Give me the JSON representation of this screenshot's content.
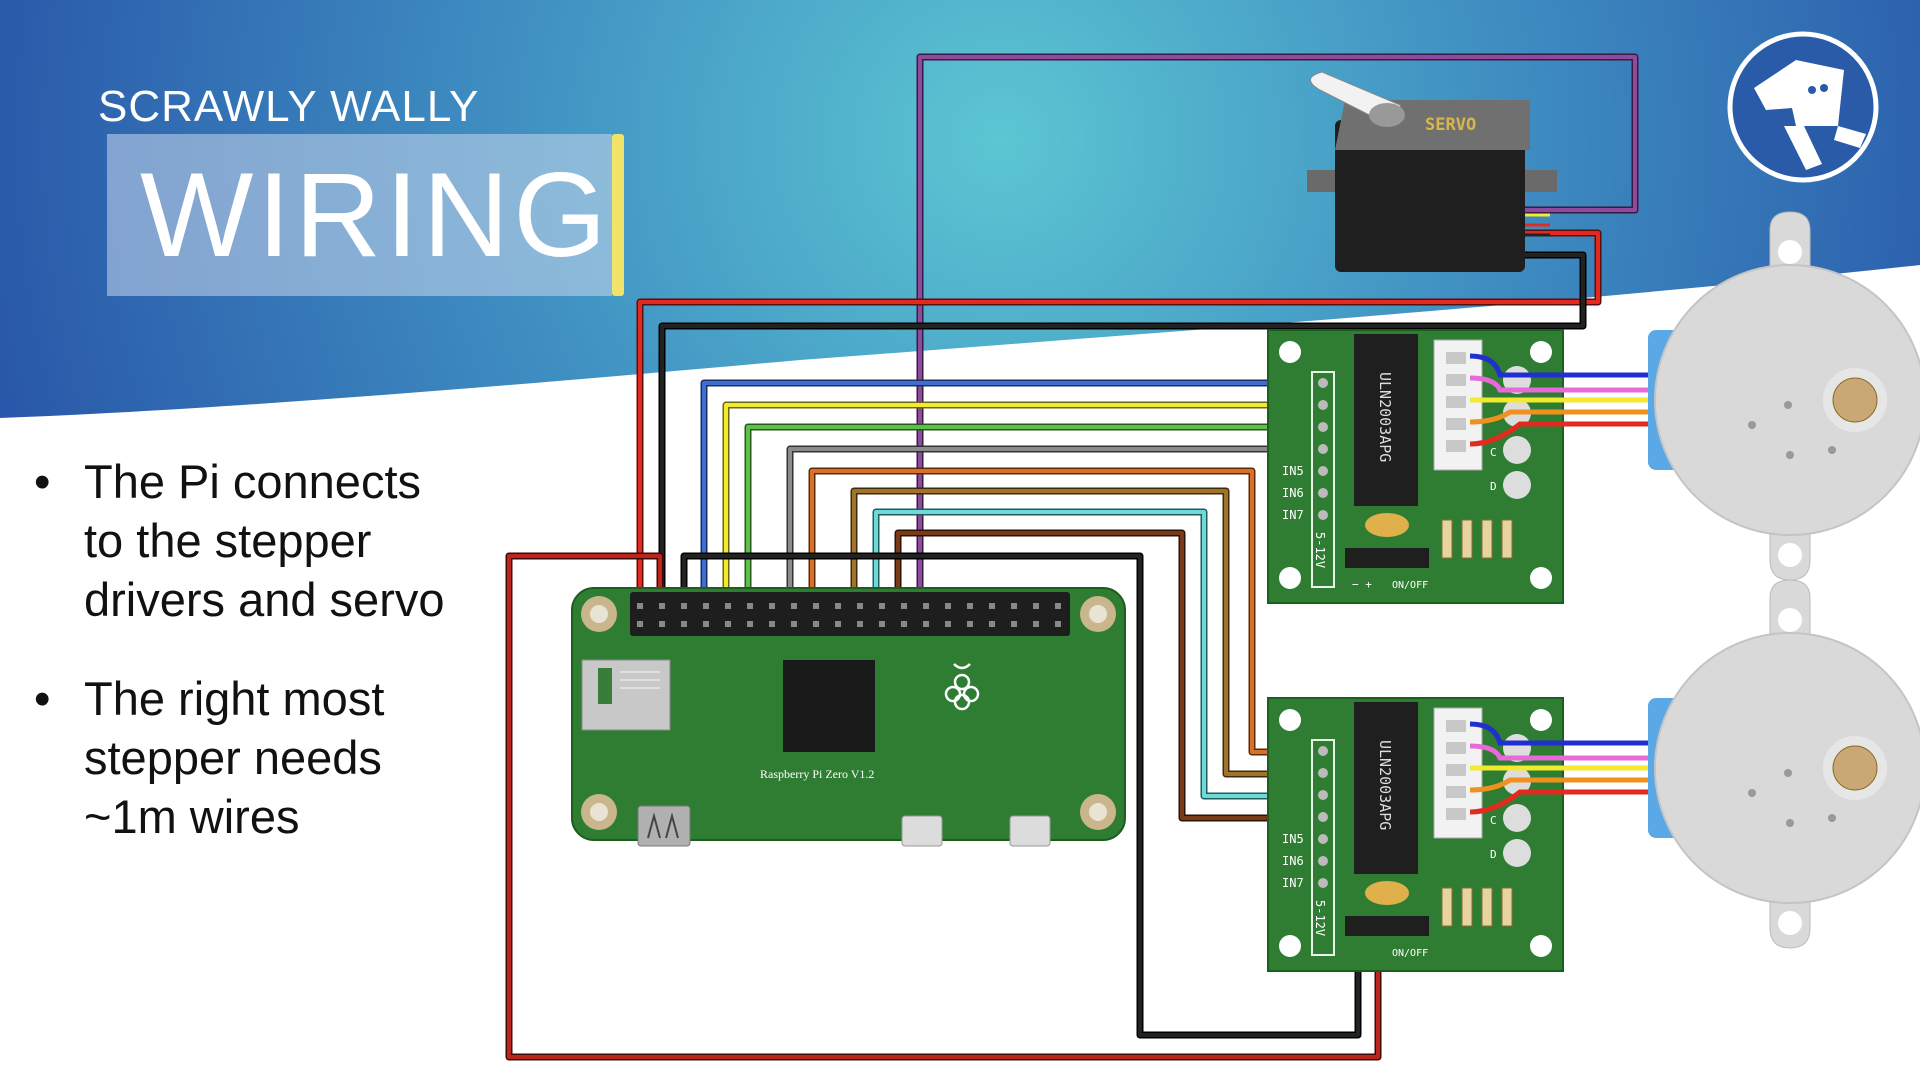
{
  "slide": {
    "subtitle": "SCRAWLY WALLY",
    "title": "WIRING",
    "bullets": [
      "The Pi connects to the stepper drivers and servo",
      "The right most stepper needs ~1m wires"
    ],
    "bullet_marker": "•"
  },
  "diagram": {
    "pi_label": "Raspberry Pi Zero V1.2",
    "servo_label": "SERVO",
    "driver_chip": "ULN2003APG",
    "driver_pins": [
      "IN5",
      "IN6",
      "IN7"
    ],
    "driver_voltage": "5-12V",
    "driver_switch": "ON/OFF",
    "driver_polarity": "−  +",
    "led_letters": [
      "C",
      "D"
    ]
  },
  "colors": {
    "band_dark": "#2a5ba8",
    "band_light": "#58bfcc",
    "board_green": "#2e7d32",
    "wire_red": "#e32a20",
    "wire_black": "#111111",
    "wire_purple": "#8e4a9c",
    "wire_blue": "#3d6fd0",
    "wire_yellow": "#f2ea2e",
    "wire_green": "#5dc04a",
    "wire_gray": "#8c8c8c",
    "wire_orange": "#d9702a",
    "wire_brown": "#a0722a",
    "wire_cyan": "#6fd8d8",
    "wire_darkbrown": "#7a3a18"
  },
  "icons": [
    "scrawly-wally-logo-icon",
    "raspberry-logo-icon"
  ]
}
